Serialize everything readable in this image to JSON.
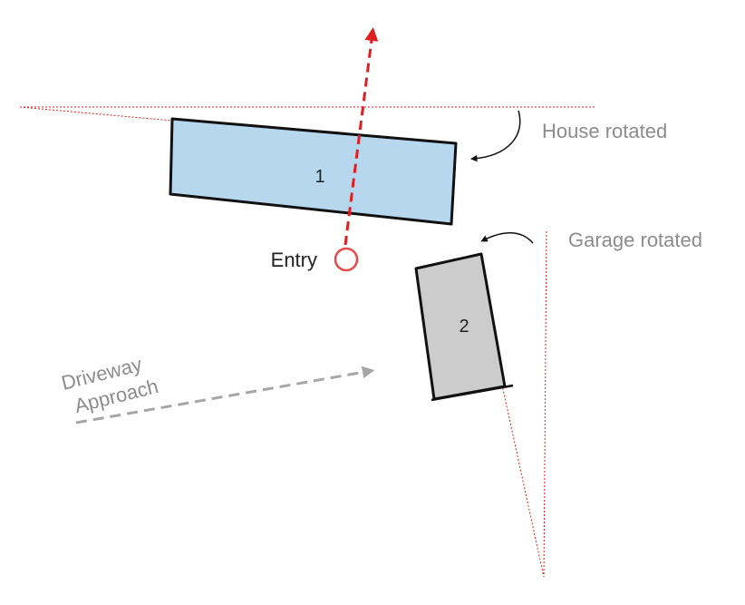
{
  "labels": {
    "house_rotated": "House rotated",
    "garage_rotated": "Garage rotated",
    "entry": "Entry",
    "driveway_line1": "Driveway",
    "driveway_line2": "Approach",
    "house_number": "1",
    "garage_number": "2"
  },
  "colors": {
    "house_fill": "#b7d7ee",
    "garage_fill": "#cccccc",
    "outline": "#111111",
    "guide_red": "#e02020",
    "entry_red": "#e84848",
    "driveway_gray": "#a6a6a6",
    "label_gray": "#8c8c8c",
    "label_dark": "#222222"
  },
  "icons": [
    "curved-arrow-icon",
    "entry-circle-icon",
    "arrowhead-icon"
  ]
}
